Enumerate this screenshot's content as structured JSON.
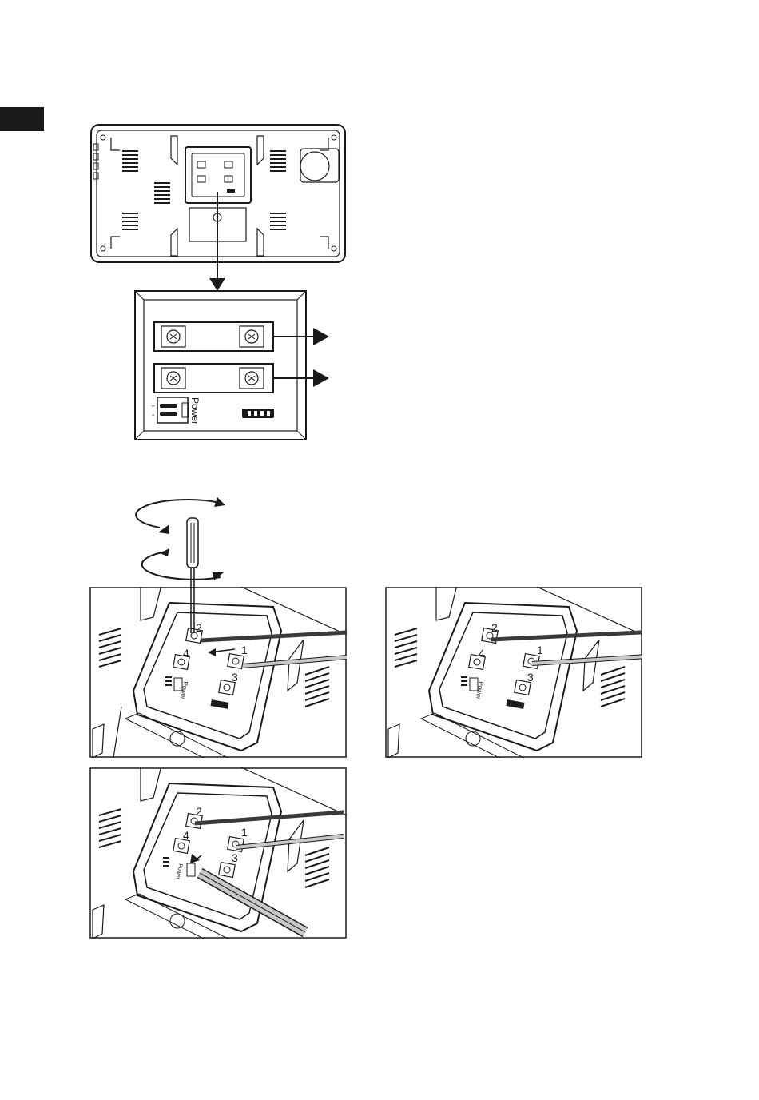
{
  "document": {
    "section_tab_color": "#1a1a1a",
    "line_color": "#1a1a1a",
    "wire_dark_color": "#3a3a3a",
    "wire_light_color": "#c8c8c8"
  },
  "terminal_block": {
    "power_label": "Power",
    "plus_symbol": "+",
    "minus_symbol": "-"
  },
  "steps": [
    {
      "terminal_numbers": [
        "2",
        "4",
        "1",
        "3"
      ],
      "power_label": "Power",
      "tool": "screwdriver-icon"
    },
    {
      "terminal_numbers": [
        "2",
        "4",
        "1",
        "3"
      ],
      "power_label": "Power"
    },
    {
      "terminal_numbers": [
        "2",
        "4",
        "1",
        "3"
      ],
      "power_label": "Power"
    }
  ]
}
